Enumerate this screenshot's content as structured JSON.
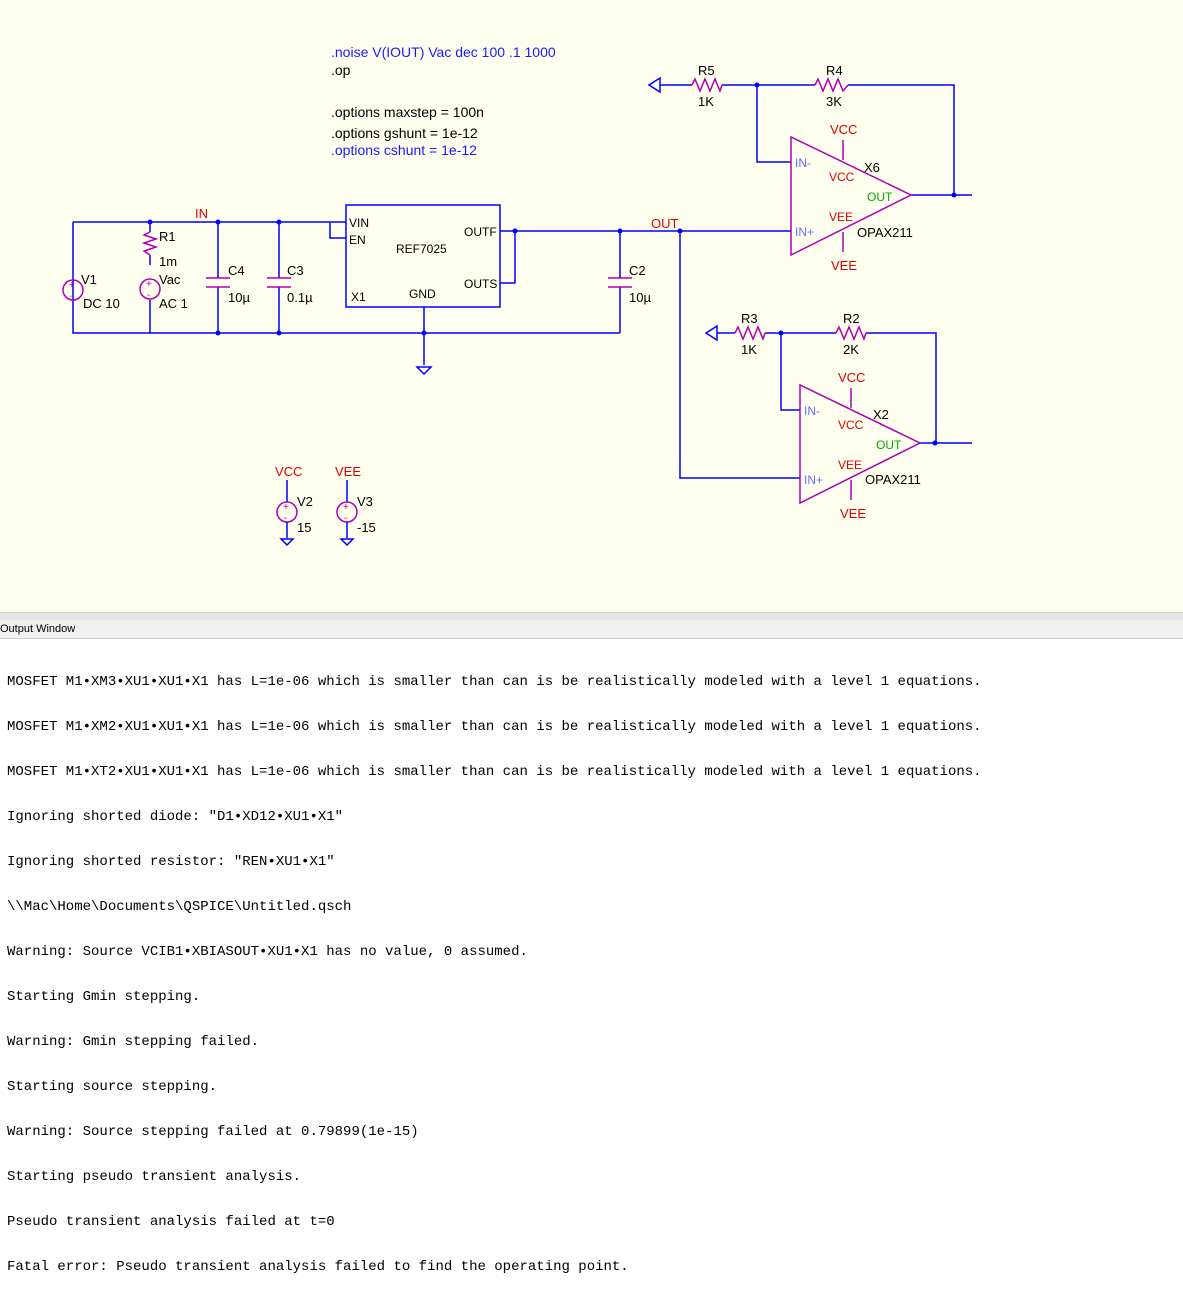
{
  "directives": [
    ".noise V(IOUT) Vac dec 100 .1 1000",
    ".op",
    ".options maxstep = 100n",
    ".options gshunt = 1e-12",
    " .options cshunt = 1e-12"
  ],
  "nets": {
    "in": "IN",
    "out": "OUT",
    "vcc": "VCC",
    "vee": "VEE"
  },
  "components": {
    "v1": {
      "name": "V1",
      "value": "DC 10"
    },
    "r1": {
      "name": "R1",
      "value": "1m",
      "extra": "Vac",
      "extra2": "AC 1"
    },
    "c4": {
      "name": "C4",
      "value": "10µ"
    },
    "c3": {
      "name": "C3",
      "value": "0.1µ"
    },
    "x1": {
      "part": "REF7025",
      "ref": "X1",
      "pin_vin": "VIN",
      "pin_en": "EN",
      "pin_outf": "OUTF",
      "pin_outs": "OUTS",
      "pin_gnd": "GND"
    },
    "c2": {
      "name": "C2",
      "value": "10µ"
    },
    "r5": {
      "name": "R5",
      "value": "1K"
    },
    "r4": {
      "name": "R4",
      "value": "3K"
    },
    "x6": {
      "ref": "X6",
      "part": "OPAX211",
      "in_minus": "IN-",
      "in_plus": "IN+",
      "vcc": "VCC",
      "vee": "VEE",
      "out": "OUT"
    },
    "r3": {
      "name": "R3",
      "value": "1K"
    },
    "r2": {
      "name": "R2",
      "value": "2K"
    },
    "x2": {
      "ref": "X2",
      "part": "OPAX211",
      "in_minus": "IN-",
      "in_plus": "IN+",
      "vcc": "VCC",
      "vee": "VEE",
      "out": "OUT"
    },
    "v2": {
      "name": "V2",
      "value": "15"
    },
    "v3": {
      "name": "V3",
      "value": "-15"
    }
  },
  "output_window": {
    "title": "Output Window",
    "lines": [
      "MOSFET M1•XM3•XU1•XU1•X1 has L=1e-06 which is smaller than can is be realistically modeled with a level 1 equations.",
      "MOSFET M1•XM2•XU1•XU1•X1 has L=1e-06 which is smaller than can is be realistically modeled with a level 1 equations.",
      "MOSFET M1•XT2•XU1•XU1•X1 has L=1e-06 which is smaller than can is be realistically modeled with a level 1 equations.",
      "Ignoring shorted diode: \"D1•XD12•XU1•X1\"",
      "Ignoring shorted resistor: \"REN•XU1•X1\"",
      "\\\\Mac\\Home\\Documents\\QSPICE\\Untitled.qsch",
      "Warning: Source VCIB1•XBIASOUT•XU1•X1 has no value, 0 assumed.",
      "Starting Gmin stepping.",
      "Warning: Gmin stepping failed.",
      "Starting source stepping.",
      "Warning: Source stepping failed at 0.79899(1e-15)",
      "Starting pseudo transient analysis.",
      "Pseudo transient analysis failed at t=0",
      "Fatal error: Pseudo transient analysis failed to find the operating point."
    ]
  },
  "colors": {
    "wire": "#0000ff",
    "part": "#b000b0",
    "directive": "#1a1aff",
    "net": "#e00000",
    "out_pin": "#00aa00",
    "background": "#fffff0"
  }
}
